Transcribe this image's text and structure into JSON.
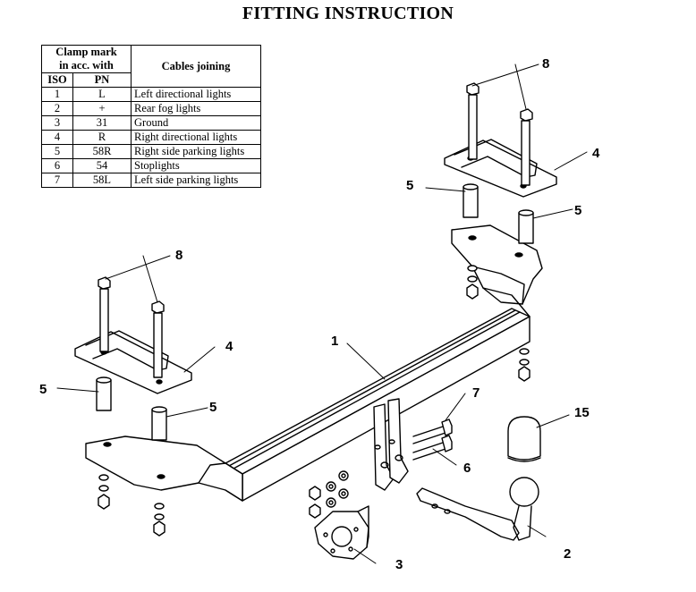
{
  "title": "FITTING INSTRUCTION",
  "table": {
    "header_clamp": [
      "Clamp mark",
      "in acc. with"
    ],
    "header_cables": "Cables joining",
    "header_iso": "ISO",
    "header_pn": "PN",
    "rows": [
      {
        "iso": "1",
        "pn": "L",
        "cable": "Left directional lights"
      },
      {
        "iso": "2",
        "pn": "+",
        "cable": "Rear fog lights"
      },
      {
        "iso": "3",
        "pn": "31",
        "cable": "Ground"
      },
      {
        "iso": "4",
        "pn": "R",
        "cable": "Right directional lights"
      },
      {
        "iso": "5",
        "pn": "58R",
        "cable": "Right side parking lights"
      },
      {
        "iso": "6",
        "pn": "54",
        "cable": "Stoplights"
      },
      {
        "iso": "7",
        "pn": "58L",
        "cable": "Left side parking lights"
      }
    ]
  },
  "callouts": {
    "c1": "1",
    "c2": "2",
    "c3": "3",
    "c4_right": "4",
    "c4_left": "4",
    "c5_right_top": "5",
    "c5_right_low": "5",
    "c5_left_a": "5",
    "c5_left_b": "5",
    "c6": "6",
    "c7": "7",
    "c8_top": "8",
    "c8_left": "8",
    "c15": "15"
  }
}
